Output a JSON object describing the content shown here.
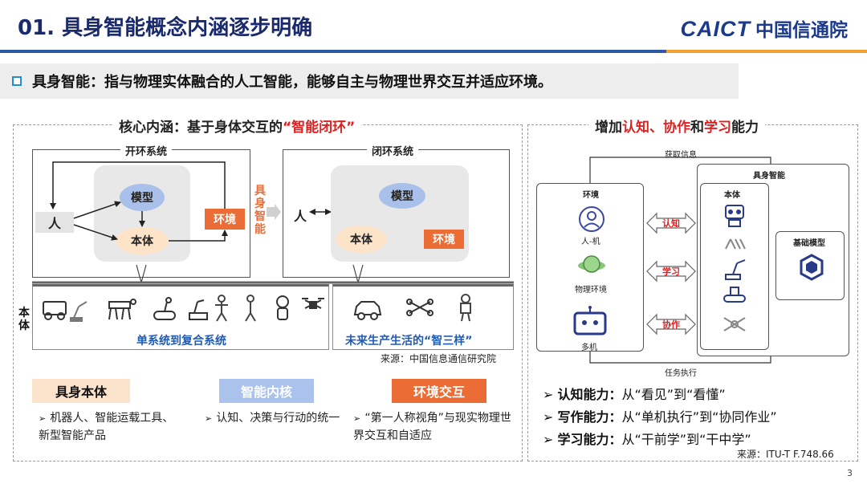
{
  "header": {
    "title": "01. 具身智能概念内涵逐步明确",
    "logo_en": "CAICT",
    "logo_zh": "中国信通院"
  },
  "definition": {
    "text": "具身智能：指与物理实体融合的人工智能，能够自主与物理世界交互并适应环境。"
  },
  "left_panel": {
    "title_prefix": "核心内涵：基于身体交互的",
    "title_highlight": "“智能闭环”",
    "open_loop": {
      "label": "开环系统",
      "person": "人",
      "model": "模型",
      "body": "本体",
      "env": "环境"
    },
    "middle_label": [
      "具",
      "身",
      "智",
      "能"
    ],
    "closed_loop": {
      "label": "闭环系统",
      "person": "人",
      "model": "模型",
      "body": "本体",
      "env": "环境"
    },
    "strip_side_label": [
      "本",
      "体"
    ],
    "strip_left_caption": "单系统到复合系统",
    "strip_right_caption": "未来生产生活的“智三样”",
    "source": "来源：中国信息通信研究院",
    "tags": [
      {
        "title": "具身本体",
        "desc": "机器人、智能运载工具、新型智能产品"
      },
      {
        "title": "智能内核",
        "desc": "认知、决策与行动的统一"
      },
      {
        "title": "环境交互",
        "desc": "“第一人称视角”与现实物理世界交互和自适应"
      }
    ]
  },
  "right_panel": {
    "title_parts": [
      "增加",
      "认知",
      "、",
      "协作",
      "和",
      "学习",
      "能力"
    ],
    "diagram": {
      "acquire_info": "获取信息",
      "task_exec": "任务执行",
      "env_box": "环境",
      "env_items": [
        "人-机",
        "物理环境",
        "多机"
      ],
      "arrows": [
        "认知",
        "学习",
        "协作"
      ],
      "embodied_box": "具身智能",
      "body_box": "本体",
      "base_model": "基础模型"
    },
    "abilities": [
      {
        "name": "认知能力：",
        "desc": "从“看见”到“看懂”"
      },
      {
        "name": "写作能力：",
        "desc": "从“单机执行”到“协同作业”"
      },
      {
        "name": "学习能力：",
        "desc": "从“干前学”到“干中学”"
      }
    ],
    "source": "来源：ITU-T F.748.66"
  },
  "page_number": "3",
  "colors": {
    "title_blue": "#1a2a6c",
    "accent_orange": "#ec6c36",
    "accent_red": "#e02020",
    "caption_blue": "#1f5bb5",
    "model_blue": "#a9c0ea"
  }
}
